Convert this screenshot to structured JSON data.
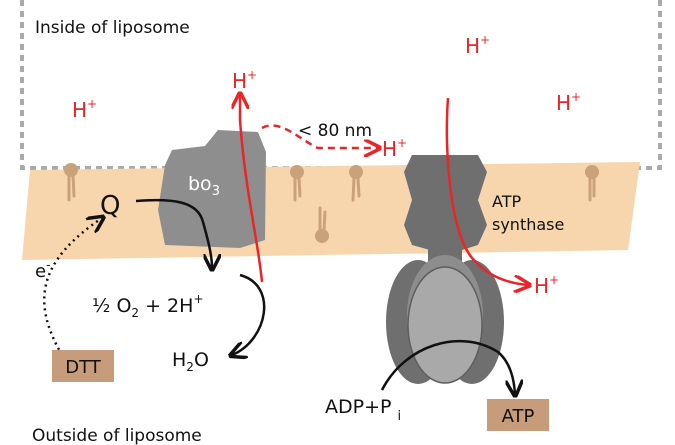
{
  "labels": {
    "inside": "Inside  of liposome",
    "outside": "Outside  of liposome",
    "distance": "< 80 nm",
    "quinone": "Q",
    "electron": "e",
    "electron_sup": "-",
    "bo3": "bo",
    "bo3_sub": "3",
    "atp_synthase_line1": "ATP",
    "atp_synthase_line2": "synthase",
    "oxygen_half": "½ O",
    "oxygen_sub": "2",
    "oxygen_rest": " + 2H",
    "oxygen_sup": "+",
    "water": "H",
    "water_sub": "2",
    "water_rest": "O",
    "dtt": "DTT",
    "adp": "ADP+P",
    "adp_sub": "i",
    "atp": "ATP"
  },
  "protons": {
    "symbol": "H",
    "charge": "+"
  },
  "colors": {
    "membrane": "#f8d6ad",
    "lipid": "#c9a27a",
    "protein_dark": "#6f6f6f",
    "protein_mid": "#8d8d8d",
    "protein_light": "#a9a9a9",
    "bo3": "#8e8e8e",
    "proton_path": "#e8262a",
    "box_fill": "#c79c7b",
    "dashed_border": "#aaaaaa"
  }
}
